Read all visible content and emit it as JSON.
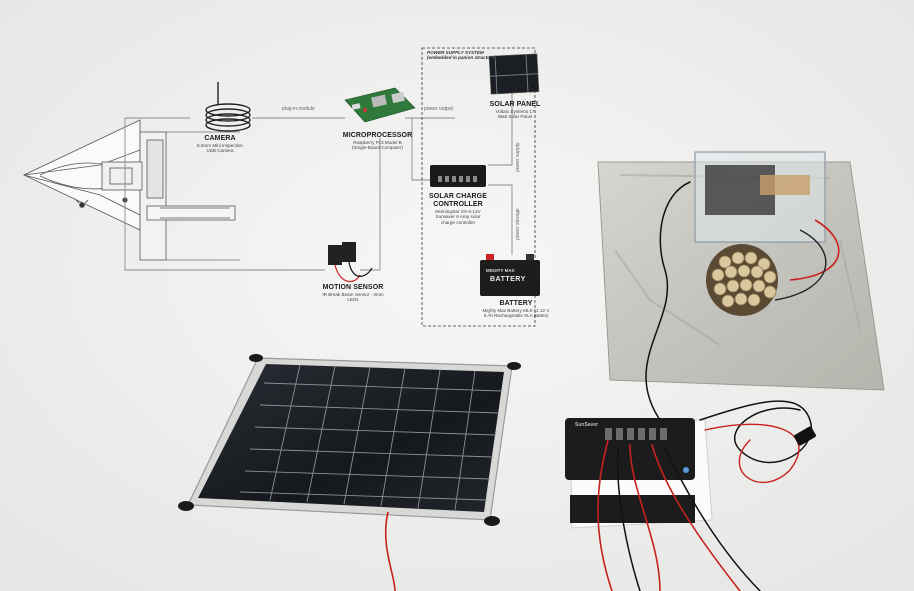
{
  "diagram": {
    "power_system": {
      "title": "POWER SUPPLY SYSTEM",
      "subtitle": "(embedded in panion structure)"
    },
    "components": {
      "camera": {
        "name": "CAMERA",
        "desc1": "5.5mm Mini Inspection",
        "desc2": "USB Camera"
      },
      "microprocessor": {
        "name": "MICROPROCESSOR",
        "desc1": "Raspberry Pi 3 Model B",
        "desc2": "(Single-Board Computer)"
      },
      "solar_panel": {
        "name": "SOLAR PANEL",
        "desc1": "Voltaic Systems 17",
        "desc2": "Watt Solar Panel"
      },
      "charge_controller": {
        "name1": "SOLAR CHARGE",
        "name2": "CONTROLLER",
        "desc1": "Morningstar SS-6-12V",
        "desc2": "Sunsaver 6 Amp solar",
        "desc3": "charge controller"
      },
      "motion_sensor": {
        "name": "MOTION SENSOR",
        "desc1": "IR Break Beam Sensor - 3mm",
        "desc2": "LEDs"
      },
      "battery": {
        "name": "BATTERY",
        "desc1": "Mighty Max Battery ML9-12 12 V",
        "desc2": "9 Ah Rechargeable SLA Battery"
      }
    },
    "connections": {
      "plug_in": "plug-in module",
      "power_output": "power output",
      "power_supply": "power supply",
      "power_storage": "power storage"
    },
    "brand_text": {
      "battery_brand": "MIGHTY MAX",
      "battery_word": "BATTERY",
      "controller_brand": "SunSaver"
    }
  },
  "colors": {
    "background": "#f1f1f0",
    "line": "#888888",
    "wire_red": "#c8221c",
    "wire_black": "#111111",
    "panel_cell": "#1c1f24",
    "concrete": "#c9c9c4"
  }
}
